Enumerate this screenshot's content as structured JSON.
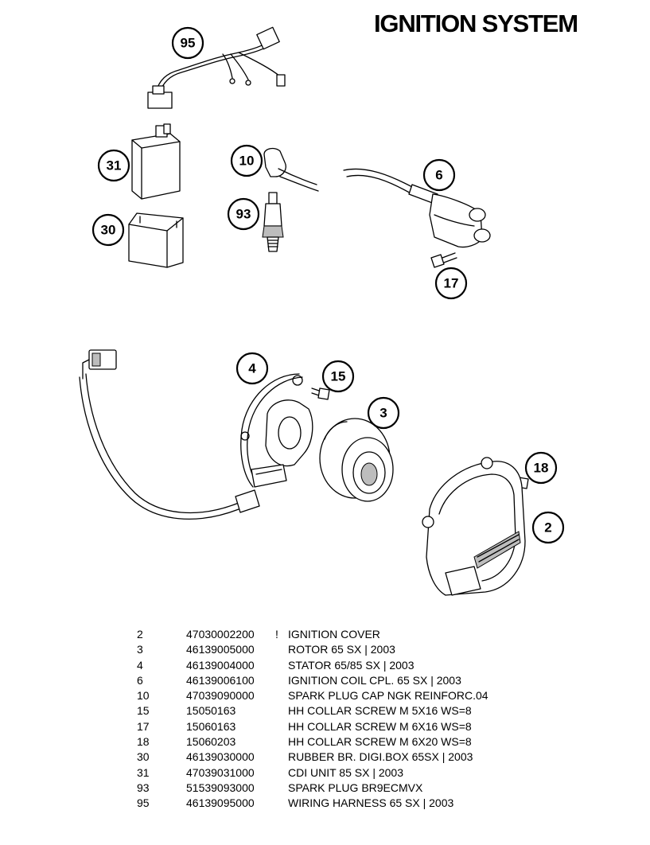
{
  "title": "IGNITION SYSTEM",
  "callouts": {
    "c95": "95",
    "c31": "31",
    "c30": "30",
    "c10": "10",
    "c93": "93",
    "c6": "6",
    "c17": "17",
    "c4": "4",
    "c15": "15",
    "c3": "3",
    "c18": "18",
    "c2": "2"
  },
  "parts": [
    {
      "pos": "2",
      "number": "47030002200",
      "flag": "!",
      "description": "IGNITION COVER"
    },
    {
      "pos": "3",
      "number": "46139005000",
      "flag": "",
      "description": "ROTOR 65 SX | 2003"
    },
    {
      "pos": "4",
      "number": "46139004000",
      "flag": "",
      "description": "STATOR 65/85 SX | 2003"
    },
    {
      "pos": "6",
      "number": "46139006100",
      "flag": "",
      "description": "IGNITION COIL CPL. 65 SX | 2003"
    },
    {
      "pos": "10",
      "number": "47039090000",
      "flag": "",
      "description": "SPARK PLUG CAP NGK REINFORC.04"
    },
    {
      "pos": "15",
      "number": "15050163",
      "flag": "",
      "description": "HH COLLAR SCREW M 5X16 WS=8"
    },
    {
      "pos": "17",
      "number": "15060163",
      "flag": "",
      "description": "HH COLLAR SCREW M 6X16 WS=8"
    },
    {
      "pos": "18",
      "number": "15060203",
      "flag": "",
      "description": "HH COLLAR SCREW M 6X20 WS=8"
    },
    {
      "pos": "30",
      "number": "46139030000",
      "flag": "",
      "description": "RUBBER BR. DIGI.BOX 65SX | 2003"
    },
    {
      "pos": "31",
      "number": "47039031000",
      "flag": "",
      "description": "CDI UNIT 85 SX | 2003"
    },
    {
      "pos": "93",
      "number": "51539093000",
      "flag": "",
      "description": "SPARK PLUG BR9ECMVX"
    },
    {
      "pos": "95",
      "number": "46139095000",
      "flag": "",
      "description": "WIRING HARNESS 65 SX | 2003"
    }
  ]
}
